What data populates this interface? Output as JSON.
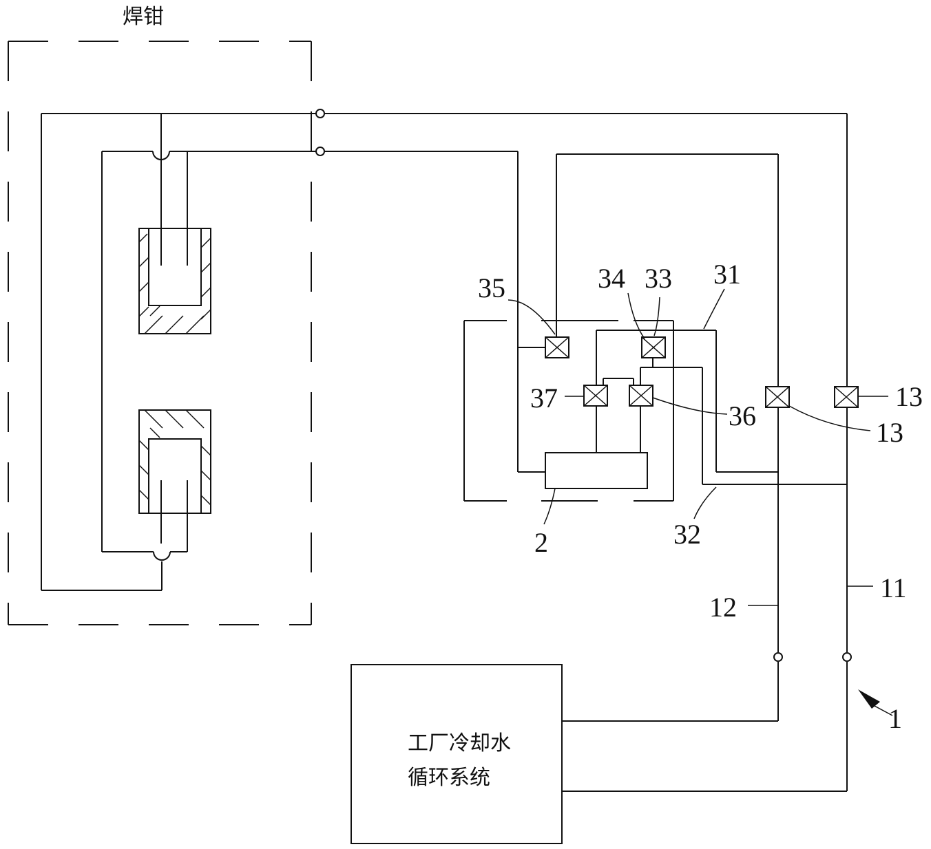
{
  "labels": {
    "gun": "焊钳",
    "factory_line1": "工厂冷却水",
    "factory_line2": "循环系统",
    "n35": "35",
    "n34": "34",
    "n33": "33",
    "n31": "31",
    "n37": "37",
    "n36": "36",
    "n13a": "13",
    "n13b": "13",
    "n32": "32",
    "n2": "2",
    "n12": "12",
    "n11": "11",
    "n1": "1"
  }
}
